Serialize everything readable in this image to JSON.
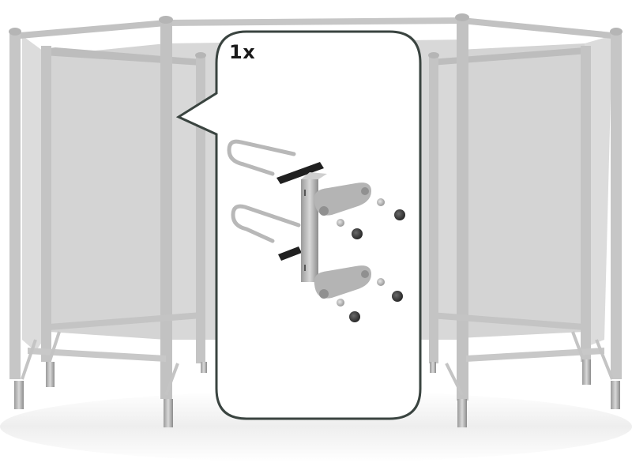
{
  "illustration": {
    "subject": "trampoline with safety net enclosure",
    "frame_color": "#c4c4c4",
    "net_color": "#d3d3d3",
    "ground_shadow_color": "#ededed"
  },
  "callout": {
    "quantity_label": "1x",
    "border_color": "#3a4440",
    "fill_color": "#ffffff",
    "pointer_direction": "left",
    "parts": [
      {
        "name": "u-bolt",
        "count": 2
      },
      {
        "name": "slotted-plate",
        "count": 2
      },
      {
        "name": "pole-bracket",
        "count": 1
      },
      {
        "name": "pipe-clamp",
        "count": 2
      },
      {
        "name": "washer",
        "count": 4
      },
      {
        "name": "cap-nut",
        "count": 4
      }
    ]
  }
}
